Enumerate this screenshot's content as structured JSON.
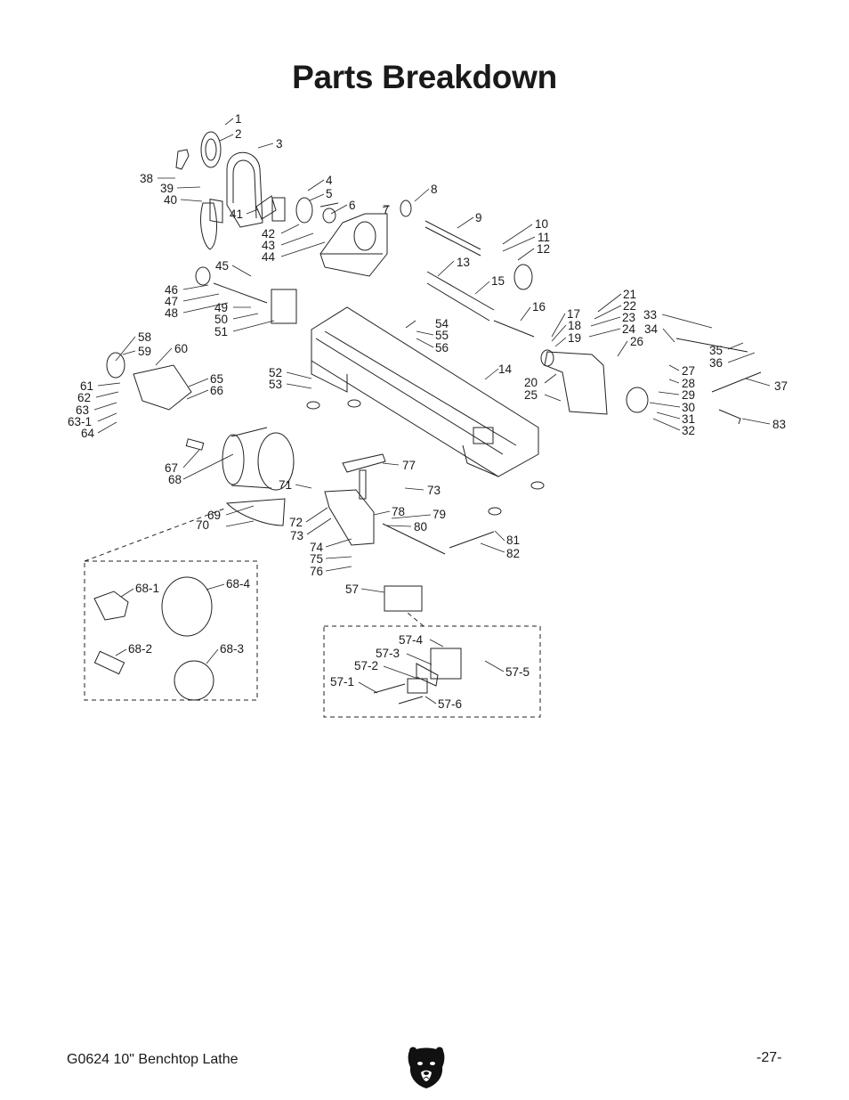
{
  "page": {
    "title": "Parts Breakdown",
    "footer_left": "G0624 10\" Benchtop Lathe",
    "footer_right": "-27-",
    "logo_icon": "bear-head-icon"
  },
  "callouts": [
    {
      "id": "c1",
      "text": "1"
    },
    {
      "id": "c2",
      "text": "2"
    },
    {
      "id": "c3",
      "text": "3"
    },
    {
      "id": "c4",
      "text": "4"
    },
    {
      "id": "c5",
      "text": "5"
    },
    {
      "id": "c6",
      "text": "6"
    },
    {
      "id": "c7",
      "text": "7"
    },
    {
      "id": "c8",
      "text": "8"
    },
    {
      "id": "c9",
      "text": "9"
    },
    {
      "id": "c10",
      "text": "10"
    },
    {
      "id": "c11",
      "text": "11"
    },
    {
      "id": "c12",
      "text": "12"
    },
    {
      "id": "c13",
      "text": "13"
    },
    {
      "id": "c14",
      "text": "14"
    },
    {
      "id": "c15",
      "text": "15"
    },
    {
      "id": "c16",
      "text": "16"
    },
    {
      "id": "c17",
      "text": "17"
    },
    {
      "id": "c18",
      "text": "18"
    },
    {
      "id": "c19",
      "text": "19"
    },
    {
      "id": "c20",
      "text": "20"
    },
    {
      "id": "c21",
      "text": "21"
    },
    {
      "id": "c22",
      "text": "22"
    },
    {
      "id": "c23",
      "text": "23"
    },
    {
      "id": "c24",
      "text": "24"
    },
    {
      "id": "c25",
      "text": "25"
    },
    {
      "id": "c26",
      "text": "26"
    },
    {
      "id": "c27",
      "text": "27"
    },
    {
      "id": "c28",
      "text": "28"
    },
    {
      "id": "c29",
      "text": "29"
    },
    {
      "id": "c30",
      "text": "30"
    },
    {
      "id": "c31",
      "text": "31"
    },
    {
      "id": "c32",
      "text": "32"
    },
    {
      "id": "c33",
      "text": "33"
    },
    {
      "id": "c34",
      "text": "34"
    },
    {
      "id": "c35",
      "text": "35"
    },
    {
      "id": "c36",
      "text": "36"
    },
    {
      "id": "c37",
      "text": "37"
    },
    {
      "id": "c38",
      "text": "38"
    },
    {
      "id": "c39",
      "text": "39"
    },
    {
      "id": "c40",
      "text": "40"
    },
    {
      "id": "c41",
      "text": "41"
    },
    {
      "id": "c42",
      "text": "42"
    },
    {
      "id": "c43",
      "text": "43"
    },
    {
      "id": "c44",
      "text": "44"
    },
    {
      "id": "c45",
      "text": "45"
    },
    {
      "id": "c46",
      "text": "46"
    },
    {
      "id": "c47",
      "text": "47"
    },
    {
      "id": "c48",
      "text": "48"
    },
    {
      "id": "c49",
      "text": "49"
    },
    {
      "id": "c50",
      "text": "50"
    },
    {
      "id": "c51",
      "text": "51"
    },
    {
      "id": "c52",
      "text": "52"
    },
    {
      "id": "c53",
      "text": "53"
    },
    {
      "id": "c54",
      "text": "54"
    },
    {
      "id": "c55",
      "text": "55"
    },
    {
      "id": "c56",
      "text": "56"
    },
    {
      "id": "c57",
      "text": "57"
    },
    {
      "id": "c58",
      "text": "58"
    },
    {
      "id": "c59",
      "text": "59"
    },
    {
      "id": "c60",
      "text": "60"
    },
    {
      "id": "c61",
      "text": "61"
    },
    {
      "id": "c62",
      "text": "62"
    },
    {
      "id": "c63",
      "text": "63"
    },
    {
      "id": "c63-1",
      "text": "63-1"
    },
    {
      "id": "c64",
      "text": "64"
    },
    {
      "id": "c65",
      "text": "65"
    },
    {
      "id": "c66",
      "text": "66"
    },
    {
      "id": "c67",
      "text": "67"
    },
    {
      "id": "c68",
      "text": "68"
    },
    {
      "id": "c69",
      "text": "69"
    },
    {
      "id": "c70",
      "text": "70"
    },
    {
      "id": "c71",
      "text": "71"
    },
    {
      "id": "c72",
      "text": "72"
    },
    {
      "id": "c73a",
      "text": "73"
    },
    {
      "id": "c73b",
      "text": "73"
    },
    {
      "id": "c74",
      "text": "74"
    },
    {
      "id": "c75",
      "text": "75"
    },
    {
      "id": "c76",
      "text": "76"
    },
    {
      "id": "c77",
      "text": "77"
    },
    {
      "id": "c78",
      "text": "78"
    },
    {
      "id": "c79",
      "text": "79"
    },
    {
      "id": "c80",
      "text": "80"
    },
    {
      "id": "c81",
      "text": "81"
    },
    {
      "id": "c82",
      "text": "82"
    },
    {
      "id": "c83",
      "text": "83"
    },
    {
      "id": "c68-1",
      "text": "68-1"
    },
    {
      "id": "c68-2",
      "text": "68-2"
    },
    {
      "id": "c68-3",
      "text": "68-3"
    },
    {
      "id": "c68-4",
      "text": "68-4"
    },
    {
      "id": "c57-1",
      "text": "57-1"
    },
    {
      "id": "c57-2",
      "text": "57-2"
    },
    {
      "id": "c57-3",
      "text": "57-3"
    },
    {
      "id": "c57-4",
      "text": "57-4"
    },
    {
      "id": "c57-5",
      "text": "57-5"
    },
    {
      "id": "c57-6",
      "text": "57-6"
    }
  ]
}
